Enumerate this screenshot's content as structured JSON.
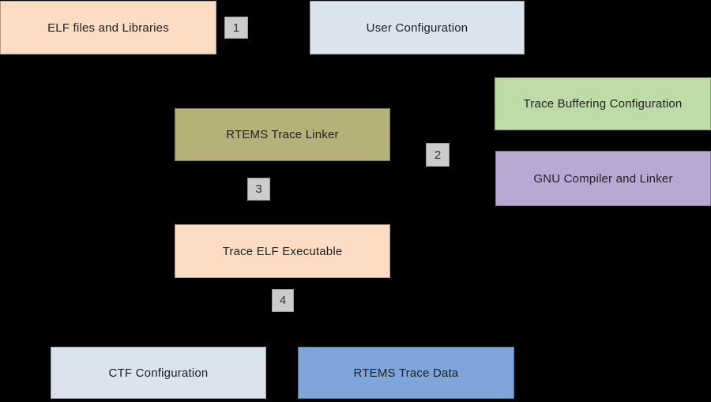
{
  "diagram": {
    "background": "#000000",
    "text_color": "#1f1f1f",
    "nodes": {
      "elf_files": {
        "label": "ELF files and Libraries",
        "fill": "#fcdcc2"
      },
      "user_config": {
        "label": "User Configuration",
        "fill": "#dbe3ef"
      },
      "trace_buffering_config": {
        "label": "Trace Buffering Configuration",
        "fill": "#bfdca8"
      },
      "gnu_compiler_linker": {
        "label": "GNU Compiler and Linker",
        "fill": "#b9a8d3"
      },
      "rtems_trace_linker": {
        "label": "RTEMS Trace Linker",
        "fill": "#b6b179"
      },
      "trace_elf_executable": {
        "label": "Trace ELF Executable",
        "fill": "#fcdcc2"
      },
      "ctf_config": {
        "label": "CTF Configuration",
        "fill": "#dbe3ef"
      },
      "rtems_trace_data": {
        "label": "RTEMS Trace Data",
        "fill": "#7ea6db"
      }
    },
    "step_badges": {
      "fill": "#cccccc",
      "border": "#999999",
      "items": {
        "step1": "1",
        "step2": "2",
        "step3": "3",
        "step4": "4"
      }
    }
  }
}
